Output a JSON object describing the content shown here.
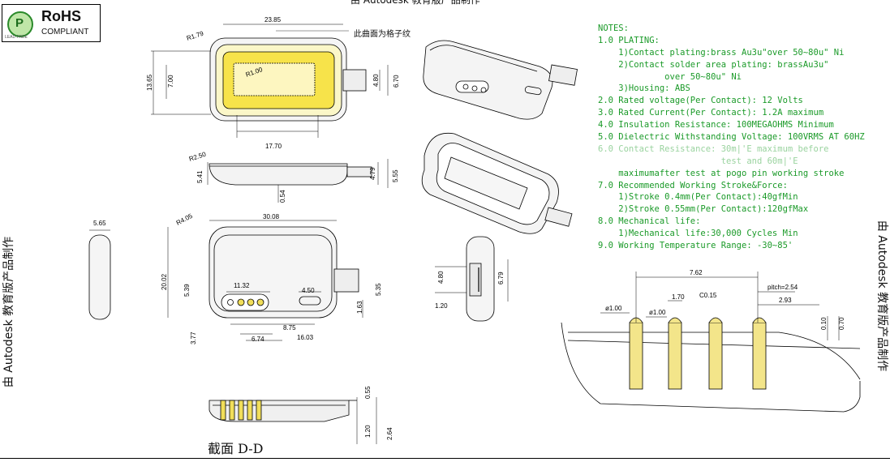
{
  "rohs": {
    "title": "RoHS",
    "subtitle": "COMPLIANT",
    "logo_letter": "P",
    "logo_caption": "LEAD FREE"
  },
  "watermark": {
    "left": "由 Autodesk 教育版产品制作",
    "right": "由 Autodesk 教育版产品制作",
    "top": "由 Autodesk 教育版产品制作"
  },
  "annotations": {
    "curve_note": "此曲面为格子纹",
    "section_title": "截面  D-D"
  },
  "notes": [
    {
      "text": "NOTES:",
      "faded": false
    },
    {
      "text": "1.0 PLATING:",
      "faded": false
    },
    {
      "text": "    1)Contact plating:brass Au3u\"over 50~80u\" Ni",
      "faded": false
    },
    {
      "text": "    2)Contact solder area plating: brassAu3u\"",
      "faded": false
    },
    {
      "text": "             over 50~80u\" Ni",
      "faded": false
    },
    {
      "text": "    3)Housing: ABS",
      "faded": false
    },
    {
      "text": "2.0 Rated voltage(Per Contact): 12 Volts",
      "faded": false
    },
    {
      "text": "3.0 Rated Current(Per Contact): 1.2A maximum",
      "faded": false
    },
    {
      "text": "4.0 Insulation Resistance: 100MEGAOHMS Minimum",
      "faded": false
    },
    {
      "text": "5.0 Dielectric Withstanding Voltage: 100VRMS AT 60HZ",
      "faded": false
    },
    {
      "text": "6.0 Contact Resistance: 30m|'E maximum before",
      "faded": true
    },
    {
      "text": "                        test and 60m|'E",
      "faded": true
    },
    {
      "text": "    maximumafter test at pogo pin working stroke",
      "faded": false
    },
    {
      "text": "7.0 Recommended Working Stroke&Force:",
      "faded": false
    },
    {
      "text": "    1)Stroke 0.4mm(Per Contact):40gfMin",
      "faded": false
    },
    {
      "text": "    2)Stroke 0.55mm(Per Contact):120gfMax",
      "faded": false
    },
    {
      "text": "8.0 Mechanical life:",
      "faded": false
    },
    {
      "text": "    1)Mechanical life:30,000 Cycles Min",
      "faded": false
    },
    {
      "text": "9.0 Working Temperature Range: -30~85'",
      "faded": false
    }
  ],
  "dims": {
    "top_width": "23.85",
    "r179": "R1.79",
    "r100": "R1.00",
    "h1365": "13.65",
    "h700": "7.00",
    "h480": "4.80",
    "h670": "6.70",
    "w1770": "17.70",
    "r250": "R2.50",
    "h541": "5.41",
    "h479": "4.79",
    "h555": "5.55",
    "w054": "0.54",
    "w565": "5.65",
    "w3008": "30.08",
    "r405": "R4.05",
    "h2002": "20.02",
    "w1132": "11.32",
    "w450": "4.50",
    "h539": "5.39",
    "h535": "5.35",
    "h163": "1.63",
    "w875": "8.75",
    "h377": "3.77",
    "w674": "6.74",
    "w1603": "16.03",
    "h480b": "4.80",
    "h679": "6.79",
    "w120": "1.20",
    "h055": "0.55",
    "h120": "1.20",
    "h264": "2.64",
    "w762": "7.62",
    "w170": "1.70",
    "c015": "C0.15",
    "pitch": "pitch=2.54",
    "w293": "2.93",
    "d100a": "ø1.00",
    "d100b": "ø1.00",
    "h010": "0.10",
    "h070": "0.70"
  }
}
